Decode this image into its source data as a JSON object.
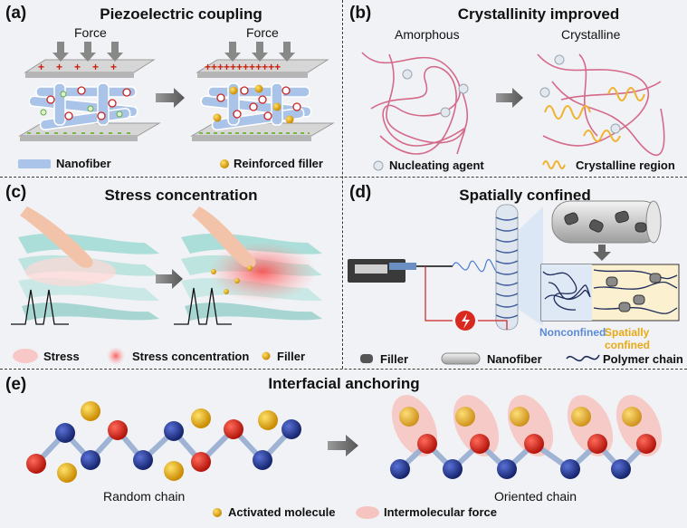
{
  "panels": {
    "a": {
      "label": "(a)",
      "title": "Piezoelectric coupling",
      "force_left": "Force",
      "force_right": "Force",
      "legend_nanofiber": "Nanofiber",
      "legend_filler": "Reinforced filler"
    },
    "b": {
      "label": "(b)",
      "title": "Crystallinity improved",
      "amorphous": "Amorphous",
      "crystalline": "Crystalline",
      "legend_nucleating": "Nucleating agent",
      "legend_crystalline": "Crystalline region"
    },
    "c": {
      "label": "(c)",
      "title": "Stress concentration",
      "legend_stress": "Stress",
      "legend_concentration": "Stress concentration",
      "legend_filler": "Filler"
    },
    "d": {
      "label": "(d)",
      "title": "Spatially confined",
      "nonconfined": "Nonconfined",
      "confined": "Spatially confined",
      "legend_filler": "Filler",
      "legend_nanofiber": "Nanofiber",
      "legend_polymer": "Polymer chain"
    },
    "e": {
      "label": "(e)",
      "title": "Interfacial anchoring",
      "random": "Random chain",
      "oriented": "Oriented chain",
      "legend_activated": "Activated molecule",
      "legend_force": "Intermolecular force"
    }
  },
  "colors": {
    "panel_bg": "#f1f2f5",
    "fiber": "#a9c4e8",
    "filler": "#e8a915",
    "red_atom": "#d9281e",
    "blue_atom": "#2b3f9a",
    "helix": "#f0b330",
    "chain": "#d46a8a"
  }
}
